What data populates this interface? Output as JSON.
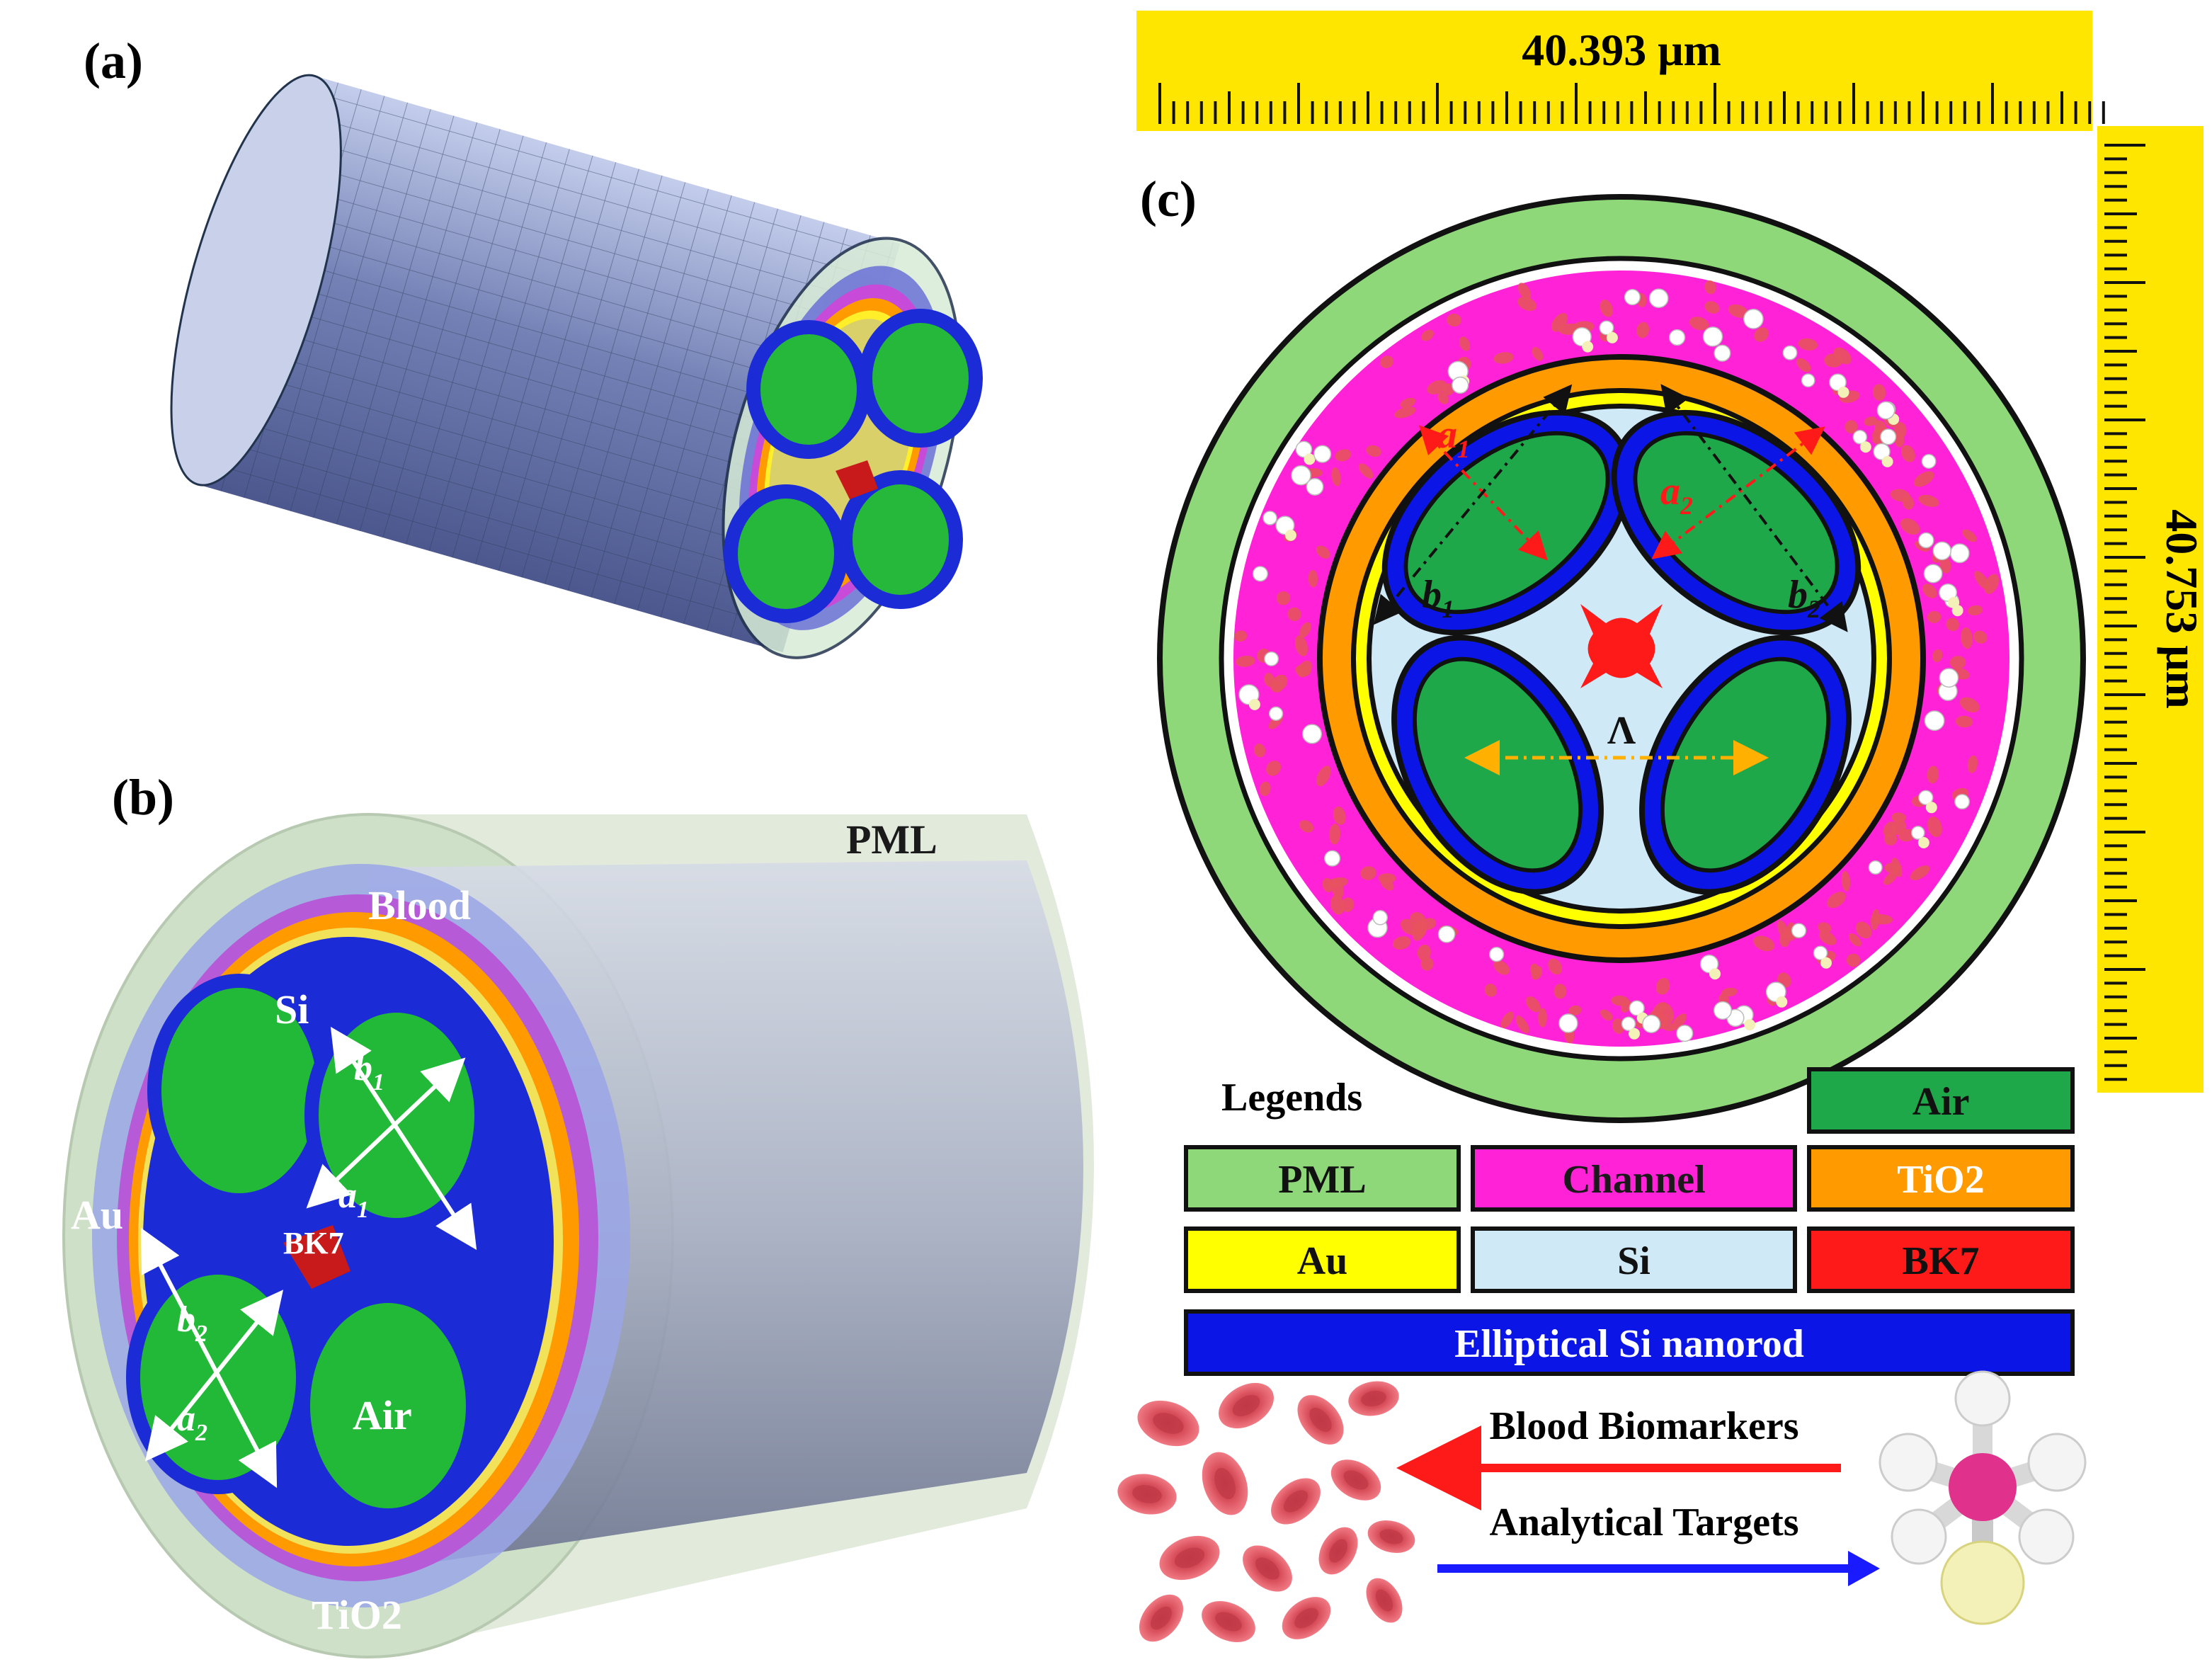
{
  "panels": {
    "a": {
      "label": "(a)"
    },
    "b": {
      "label": "(b)",
      "labels": {
        "pml": "PML",
        "blood": "Blood",
        "si": "Si",
        "au": "Au",
        "bk7": "BK7",
        "air": "Air",
        "tio2": "TiO2"
      },
      "dims": {
        "b1": "b",
        "b1_sub": "1",
        "a1": "a",
        "a1_sub": "1",
        "b2": "b",
        "b2_sub": "2",
        "a2": "a",
        "a2_sub": "2"
      }
    },
    "c": {
      "label": "(c)",
      "ruler_horizontal": "40.393 μm",
      "ruler_vertical": "40.753 μm",
      "dims": {
        "a1": "a",
        "a1_sub": "1",
        "a2": "a",
        "a2_sub": "2",
        "b1": "b",
        "b1_sub": "1",
        "b2": "b",
        "b2_sub": "2",
        "lambda": "Λ"
      }
    }
  },
  "legend": {
    "title": "Legends",
    "items": [
      {
        "label": "Air",
        "color": "#1fa84a"
      },
      {
        "label": "PML",
        "color": "#8fd87a"
      },
      {
        "label": "Channel",
        "color": "#ff22d6"
      },
      {
        "label": "TiO2",
        "color": "#ff9a00"
      },
      {
        "label": "Au",
        "color": "#ffff00"
      },
      {
        "label": "Si",
        "color": "#cfe9f6"
      },
      {
        "label": "BK7",
        "color": "#ff1a1a"
      },
      {
        "label": "Elliptical Si nanorod",
        "color": "#0b16e6"
      }
    ]
  },
  "bottom": {
    "blood_biomarkers": "Blood Biomarkers",
    "analytical_targets": "Analytical Targets"
  },
  "colors": {
    "ruler": "#ffe600",
    "pml": "#8fd87a",
    "channel": "#ff22d6",
    "tio2": "#ff9a00",
    "au": "#ffff00",
    "si": "#cfe9f6",
    "bk7": "#ff1a1a",
    "nanorod": "#0b16e6",
    "air": "#1fa84a",
    "arrow_red": "#ff1a1a",
    "arrow_blue": "#1a1aff"
  }
}
